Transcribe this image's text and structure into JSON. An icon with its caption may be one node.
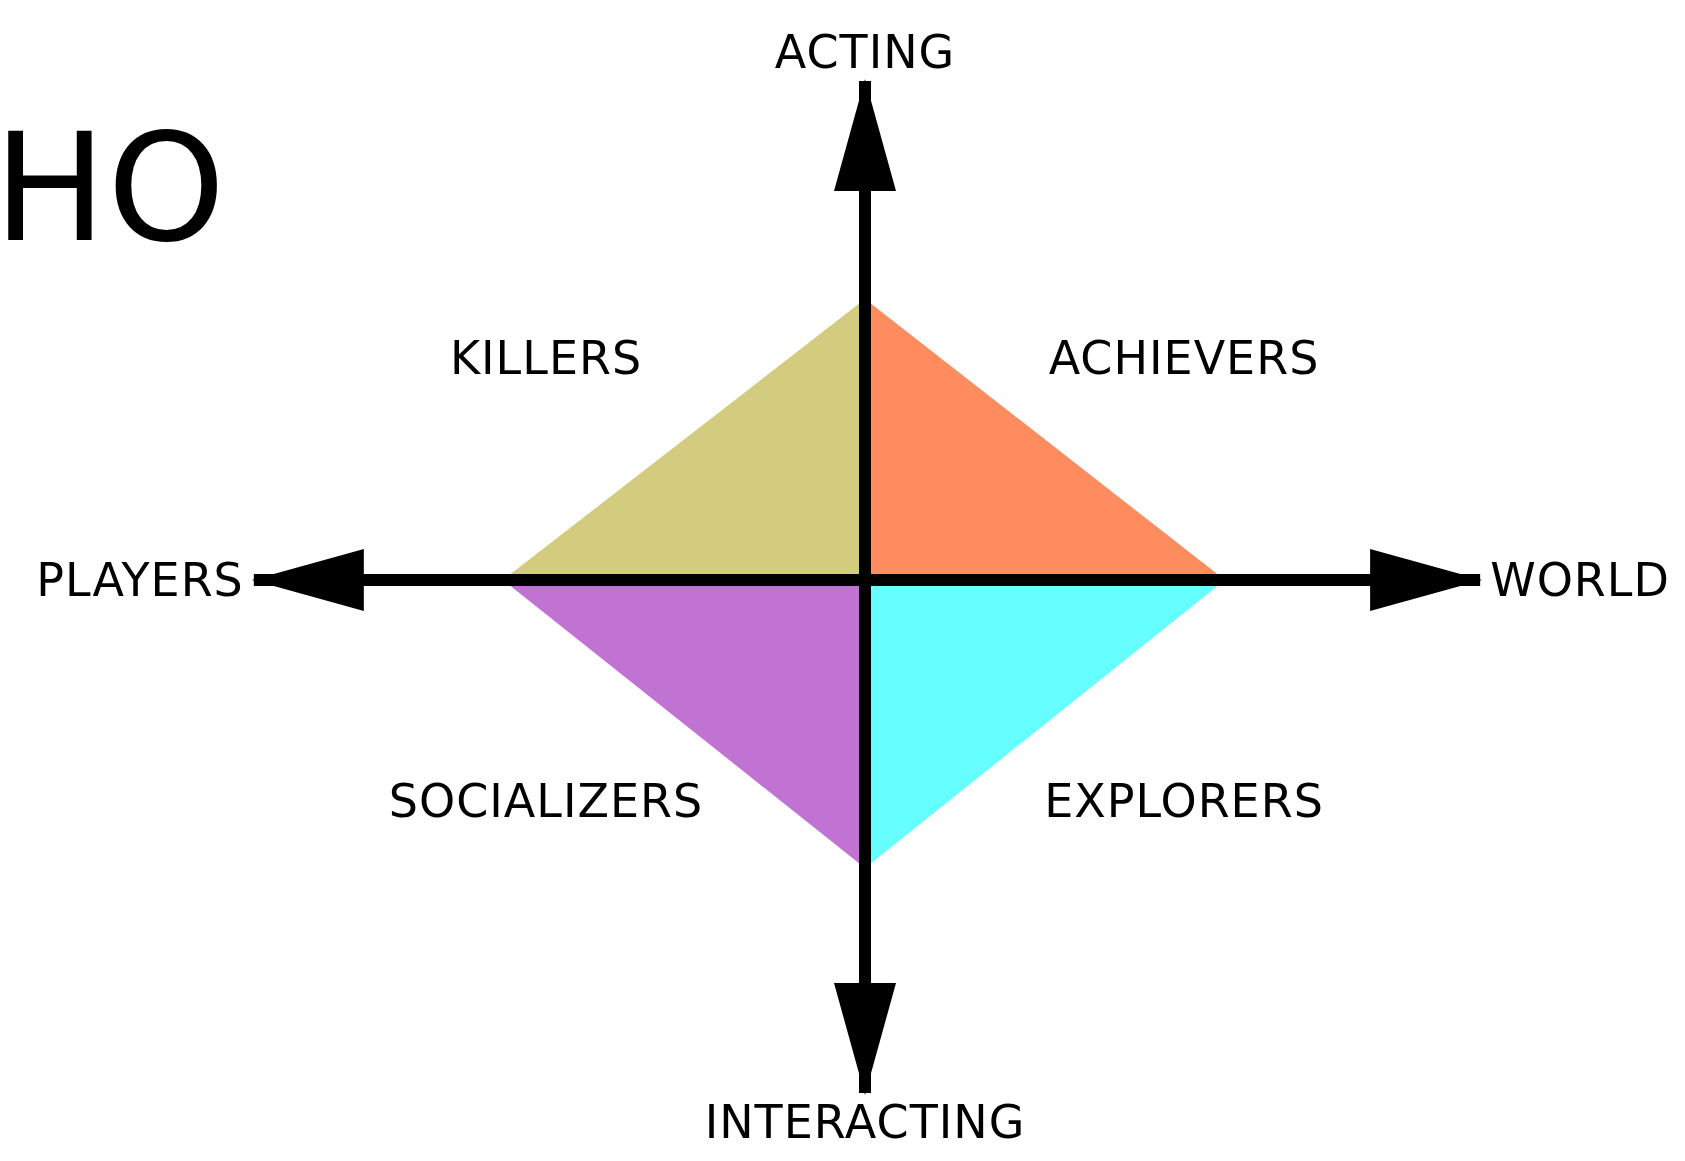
{
  "diagram": {
    "nodes": [
      {
        "text": [
          "ACTING"
        ]
      },
      {
        "text": [
          "PLAYERS"
        ]
      },
      {
        "text": [
          "WORLD"
        ]
      },
      {
        "text": [
          "INTERACTING"
        ]
      }
    ],
    "edges": [
      {
        "from": 1,
        "to": 2,
        "arrow": "both"
      },
      {
        "from": 3,
        "to": 0,
        "arrow": "both"
      }
    ],
    "labels": [
      "HO",
      "KILLERS",
      "ACHIEVERS",
      "SOCIALIZERS",
      "EXPLORERS"
    ]
  }
}
